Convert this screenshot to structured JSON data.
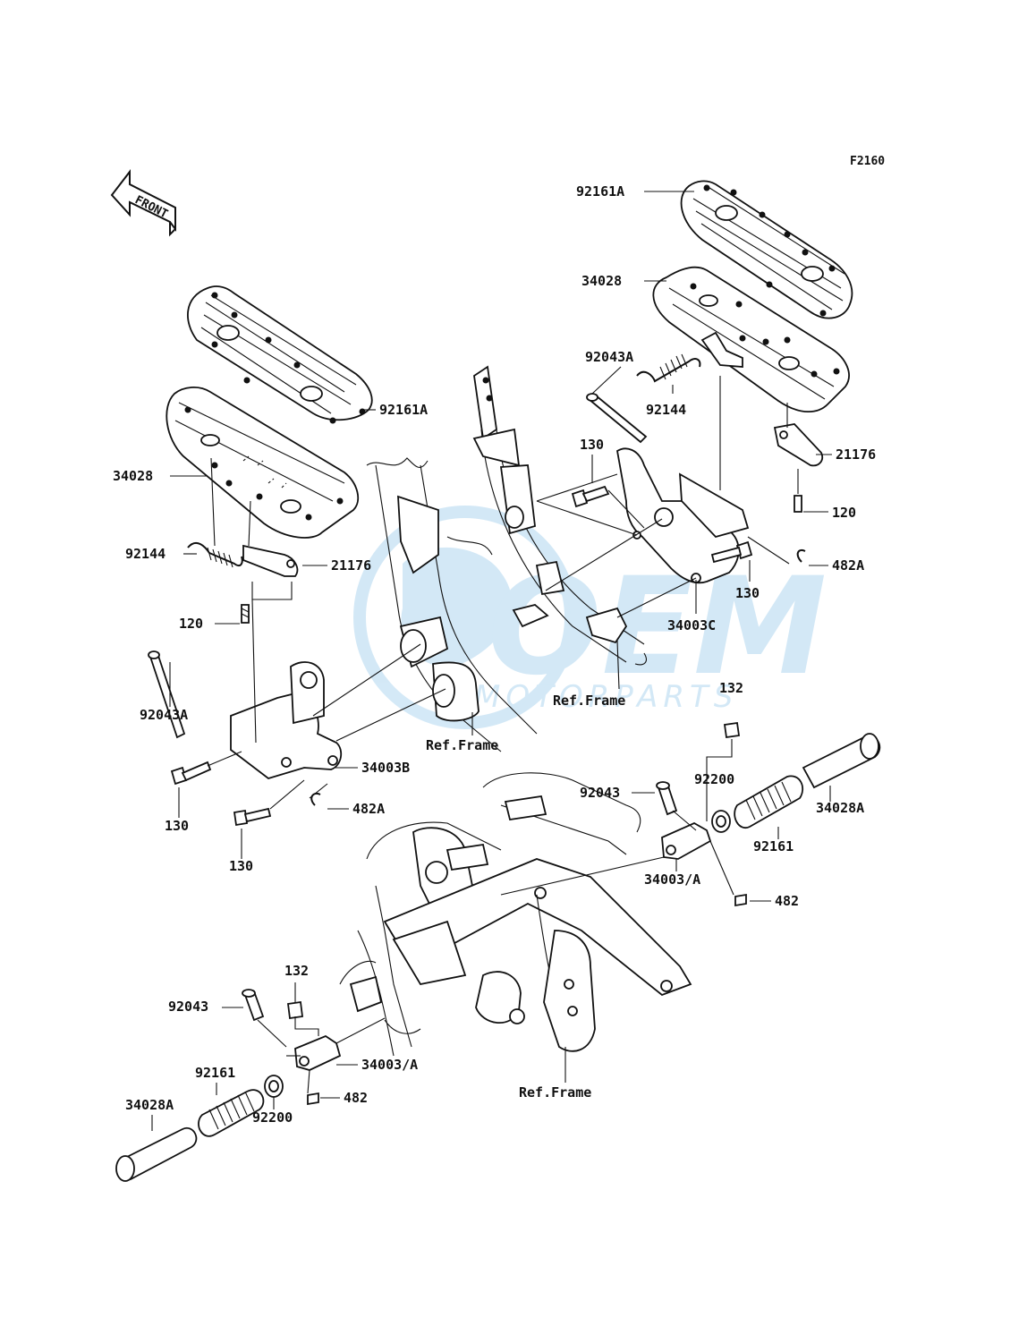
{
  "diagram": {
    "figure_code": "F2160",
    "front_arrow_text": "FRONT",
    "watermark": {
      "logo_text": "OEM",
      "sub_text": "MOTORPARTS",
      "color": "#3a9bd9"
    },
    "colors": {
      "ink": "#111111",
      "background": "#ffffff",
      "watermark": "#3a9bd9"
    },
    "callouts": [
      {
        "id": "c01",
        "text": "92161A"
      },
      {
        "id": "c02",
        "text": "34028"
      },
      {
        "id": "c03",
        "text": "92043A"
      },
      {
        "id": "c04",
        "text": "92144"
      },
      {
        "id": "c05",
        "text": "130"
      },
      {
        "id": "c06",
        "text": "21176"
      },
      {
        "id": "c07",
        "text": "120"
      },
      {
        "id": "c08",
        "text": "482A"
      },
      {
        "id": "c09",
        "text": "130"
      },
      {
        "id": "c10",
        "text": "34003C"
      },
      {
        "id": "c11",
        "text": "132"
      },
      {
        "id": "c12",
        "text": "Ref.Frame"
      },
      {
        "id": "c13",
        "text": "92161A"
      },
      {
        "id": "c14",
        "text": "34028"
      },
      {
        "id": "c15",
        "text": "92144"
      },
      {
        "id": "c16",
        "text": "21176"
      },
      {
        "id": "c17",
        "text": "120"
      },
      {
        "id": "c18",
        "text": "92043A"
      },
      {
        "id": "c19",
        "text": "Ref.Frame"
      },
      {
        "id": "c20",
        "text": "34003B"
      },
      {
        "id": "c21",
        "text": "482A"
      },
      {
        "id": "c22",
        "text": "130"
      },
      {
        "id": "c23",
        "text": "130"
      },
      {
        "id": "c24",
        "text": "92043"
      },
      {
        "id": "c25",
        "text": "92200"
      },
      {
        "id": "c26",
        "text": "34028A"
      },
      {
        "id": "c27",
        "text": "92161"
      },
      {
        "id": "c28",
        "text": "34003/A"
      },
      {
        "id": "c29",
        "text": "482"
      },
      {
        "id": "c30",
        "text": "132"
      },
      {
        "id": "c31",
        "text": "92043"
      },
      {
        "id": "c32",
        "text": "34003/A"
      },
      {
        "id": "c33",
        "text": "92161"
      },
      {
        "id": "c34",
        "text": "482"
      },
      {
        "id": "c35",
        "text": "34028A"
      },
      {
        "id": "c36",
        "text": "92200"
      },
      {
        "id": "c37",
        "text": "Ref.Frame"
      }
    ]
  }
}
